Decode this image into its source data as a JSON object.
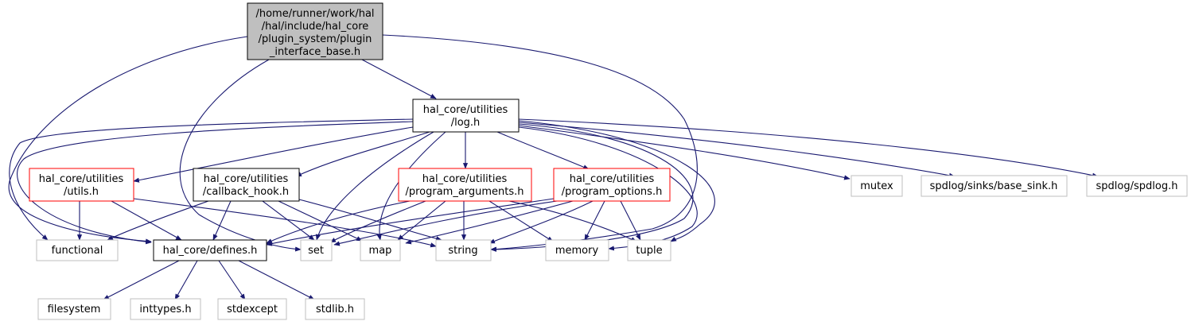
{
  "colors": {
    "edge": "#191970",
    "root_fill": "#bfbfbf",
    "border_black": "#000000",
    "border_red": "#ff0000",
    "border_gray": "#bfbfbf"
  },
  "nodes": {
    "root": {
      "lines": [
        "/home/runner/work/hal",
        "/hal/include/hal_core",
        "/plugin_system/plugin",
        "_interface_base.h"
      ]
    },
    "log": {
      "lines": [
        "hal_core/utilities",
        "/log.h"
      ]
    },
    "utils": {
      "lines": [
        "hal_core/utilities",
        "/utils.h"
      ]
    },
    "callback_hook": {
      "lines": [
        "hal_core/utilities",
        "/callback_hook.h"
      ]
    },
    "program_arguments": {
      "lines": [
        "hal_core/utilities",
        "/program_arguments.h"
      ]
    },
    "program_options": {
      "lines": [
        "hal_core/utilities",
        "/program_options.h"
      ]
    },
    "mutex": {
      "lines": [
        "mutex"
      ]
    },
    "base_sink": {
      "lines": [
        "spdlog/sinks/base_sink.h"
      ]
    },
    "spdlog": {
      "lines": [
        "spdlog/spdlog.h"
      ]
    },
    "functional": {
      "lines": [
        "functional"
      ]
    },
    "defines": {
      "lines": [
        "hal_core/defines.h"
      ]
    },
    "set": {
      "lines": [
        "set"
      ]
    },
    "map": {
      "lines": [
        "map"
      ]
    },
    "string": {
      "lines": [
        "string"
      ]
    },
    "memory": {
      "lines": [
        "memory"
      ]
    },
    "tuple": {
      "lines": [
        "tuple"
      ]
    },
    "filesystem": {
      "lines": [
        "filesystem"
      ]
    },
    "inttypes": {
      "lines": [
        "inttypes.h"
      ]
    },
    "stdexcept": {
      "lines": [
        "stdexcept"
      ]
    },
    "stdlib": {
      "lines": [
        "stdlib.h"
      ]
    }
  }
}
